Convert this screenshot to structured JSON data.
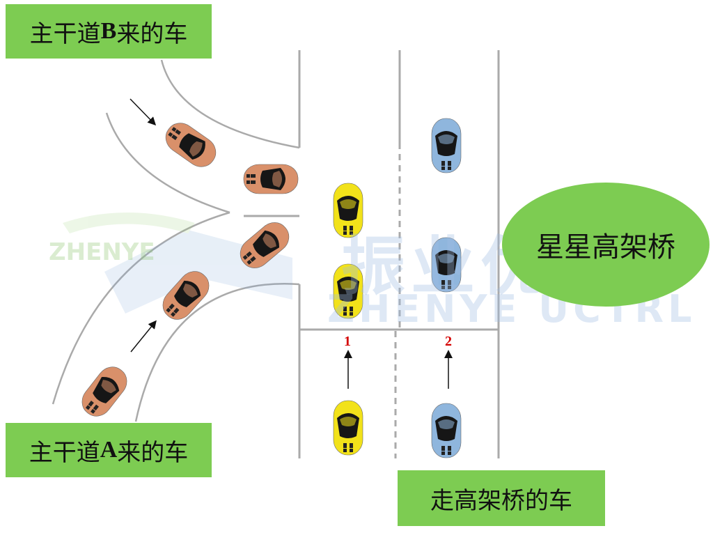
{
  "labels": {
    "arterial_b": {
      "prefix": "主干道",
      "letter": "B",
      "suffix": "来的车"
    },
    "arterial_a": {
      "prefix": "主干道",
      "letter": "A",
      "suffix": "来的车"
    },
    "viaduct_cars": "走高架桥的车",
    "viaduct": "星星高架桥"
  },
  "lanes": {
    "lane_1": "1",
    "lane_2": "2"
  },
  "watermark": {
    "brand_cn": "振业优控",
    "brand_en": "ZHENYE UCTRL",
    "small": "ZHENYE"
  },
  "colors": {
    "label_bg": "#7dcc52",
    "arterial_car": "#d9906a",
    "lane1_car": "#f2e21a",
    "lane2_car": "#8fb6dd",
    "lane_number": "#d40000",
    "road_line": "#aaaaaa"
  }
}
